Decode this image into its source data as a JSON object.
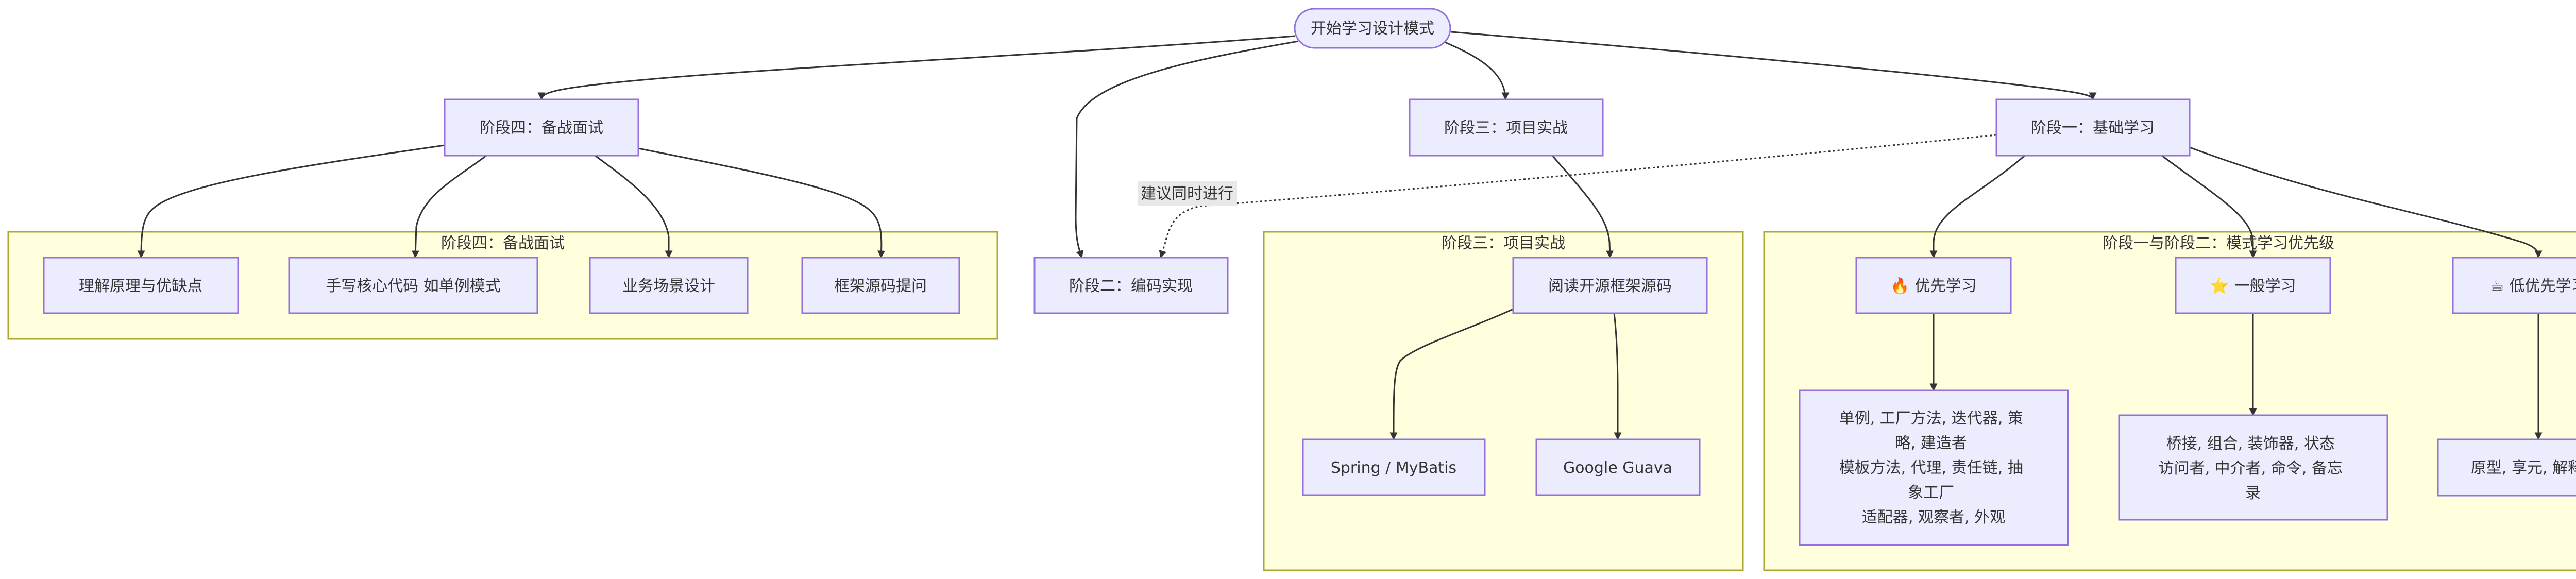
{
  "diagram": {
    "type": "flowchart",
    "colors": {
      "node_fill": "#ececff",
      "node_stroke": "#9370db",
      "subgraph_fill": "#ffffde",
      "subgraph_stroke": "#aaaa33",
      "edge": "#333333",
      "text": "#333333",
      "edge_label_bg": "#e8e8e8"
    },
    "start": {
      "id": "start",
      "label": "开始学习设计模式"
    },
    "phases": {
      "phase4": {
        "id": "phase4",
        "label": "阶段四：备战面试"
      },
      "phase2": {
        "id": "phase2",
        "label": "阶段二：编码实现"
      },
      "phase3": {
        "id": "phase3",
        "label": "阶段三：项目实战"
      },
      "phase1": {
        "id": "phase1",
        "label": "阶段一：基础学习"
      }
    },
    "subgraphs": {
      "interview": {
        "title": "阶段四：备战面试",
        "nodes": [
          {
            "id": "i1",
            "label": "理解原理与优缺点"
          },
          {
            "id": "i2",
            "label": "手写核心代码 如单例模式"
          },
          {
            "id": "i3",
            "label": "业务场景设计"
          },
          {
            "id": "i4",
            "label": "框架源码提问"
          }
        ]
      },
      "project": {
        "title": "阶段三：项目实战",
        "read_source": {
          "id": "p1",
          "label": "阅读开源框架源码"
        },
        "nodes": [
          {
            "id": "p2",
            "label": "Spring / MyBatis"
          },
          {
            "id": "p3",
            "label": "Google Guava"
          }
        ]
      },
      "priority": {
        "title": "阶段一与阶段二：模式学习优先级",
        "levels": [
          {
            "id": "high",
            "icon": "🔥",
            "icon_name": "fire-icon",
            "label": "优先学习",
            "patterns": [
              "单例, 工厂方法, 迭代器, 策",
              "略, 建造者",
              "模板方法, 代理, 责任链, 抽",
              "象工厂",
              "适配器, 观察者, 外观"
            ]
          },
          {
            "id": "mid",
            "icon": "⭐",
            "icon_name": "star-icon",
            "label": "一般学习",
            "patterns": [
              "桥接, 组合, 装饰器, 状态",
              "访问者, 中介者, 命令, 备忘",
              "录"
            ]
          },
          {
            "id": "low",
            "icon": "☕",
            "icon_name": "coffee-icon",
            "label": "低优先学习",
            "patterns": [
              "原型, 享元, 解释器"
            ]
          }
        ]
      }
    },
    "edges": [
      {
        "from": "start",
        "to": "phase4"
      },
      {
        "from": "start",
        "to": "phase2"
      },
      {
        "from": "start",
        "to": "phase3"
      },
      {
        "from": "start",
        "to": "phase1"
      },
      {
        "from": "phase1",
        "to": "phase2",
        "style": "dotted",
        "label": "建议同时进行"
      },
      {
        "from": "phase4",
        "to": "i1"
      },
      {
        "from": "phase4",
        "to": "i2"
      },
      {
        "from": "phase4",
        "to": "i3"
      },
      {
        "from": "phase4",
        "to": "i4"
      },
      {
        "from": "phase3",
        "to": "p1"
      },
      {
        "from": "p1",
        "to": "p2"
      },
      {
        "from": "p1",
        "to": "p3"
      },
      {
        "from": "phase1",
        "to": "high"
      },
      {
        "from": "phase1",
        "to": "mid"
      },
      {
        "from": "phase1",
        "to": "low"
      },
      {
        "from": "high",
        "to": "high-patterns"
      },
      {
        "from": "mid",
        "to": "mid-patterns"
      },
      {
        "from": "low",
        "to": "low-patterns"
      }
    ]
  }
}
